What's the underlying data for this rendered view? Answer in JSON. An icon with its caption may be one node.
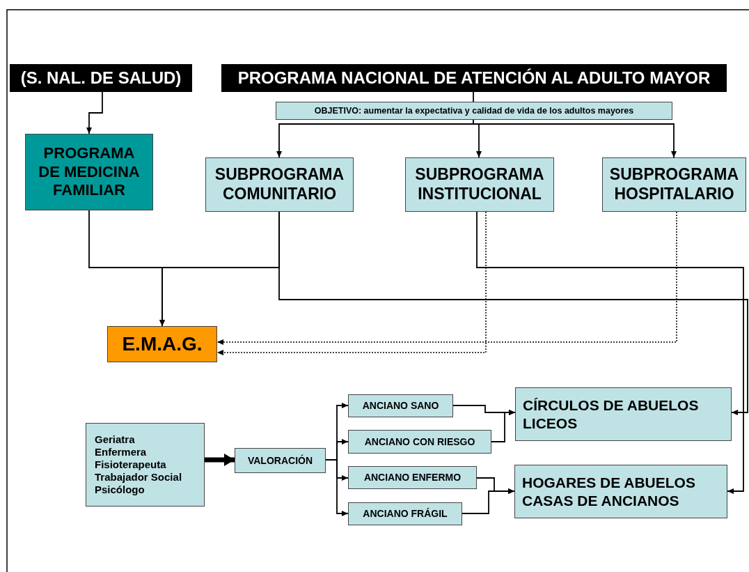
{
  "diagram": {
    "nodes": [
      {
        "text": [
          "(S. NAL. DE SALUD)"
        ]
      },
      {
        "text": [
          "PROGRAMA NACIONAL DE ATENCIÓN AL ADULTO MAYOR"
        ]
      },
      {
        "text": [
          "OBJETIVO: aumentar la expectativa y calidad de vida de los adultos mayores"
        ]
      },
      {
        "text": [
          "PROGRAMA DE MEDICINA FAMILIAR"
        ]
      },
      {
        "text": [
          "SUBPROGRAMA COMUNITARIO"
        ]
      },
      {
        "text": [
          "SUBPROGRAMA INSTITUCIONAL"
        ]
      },
      {
        "text": [
          "SUBPROGRAMA HOSPITALARIO"
        ]
      },
      {
        "text": [
          "E.M.A.G."
        ]
      },
      {
        "text": [
          "Geriatra",
          "Enfermera",
          "Fisioterapeuta",
          "Trabajador Social",
          "Psicólogo"
        ]
      },
      {
        "text": [
          "VALORACIÓN"
        ]
      },
      {
        "text": [
          "ANCIANO SANO"
        ]
      },
      {
        "text": [
          "ANCIANO CON RIESGO"
        ]
      },
      {
        "text": [
          "ANCIANO ENFERMO"
        ]
      },
      {
        "text": [
          "ANCIANO FRÁGIL"
        ]
      },
      {
        "text": [
          "CÍRCULOS DE ABUELOS",
          "LICEOS"
        ]
      },
      {
        "text": [
          "HOGARES DE ABUELOS",
          "CASAS DE ANCIANOS"
        ]
      }
    ],
    "edges": [
      {
        "from": 0,
        "to": 3,
        "arrow": "to"
      },
      {
        "from": 1,
        "to": 2,
        "arrow": "none"
      },
      {
        "from": 2,
        "to": 4,
        "arrow": "to"
      },
      {
        "from": 2,
        "to": 5,
        "arrow": "to"
      },
      {
        "from": 2,
        "to": 6,
        "arrow": "to"
      },
      {
        "from": 3,
        "to": 7,
        "arrow": "to"
      },
      {
        "from": 4,
        "to": 7,
        "arrow": "to"
      },
      {
        "from": 4,
        "to": 14,
        "arrow": "to"
      },
      {
        "from": 5,
        "to": 15,
        "arrow": "to"
      },
      {
        "from": 5,
        "to": 7,
        "arrow": "to",
        "style": "dashed"
      },
      {
        "from": 6,
        "to": 7,
        "arrow": "to",
        "style": "dashed"
      },
      {
        "from": 8,
        "to": 9,
        "arrow": "to",
        "style": "thick"
      },
      {
        "from": 9,
        "to": 10,
        "arrow": "to"
      },
      {
        "from": 9,
        "to": 11,
        "arrow": "to"
      },
      {
        "from": 9,
        "to": 12,
        "arrow": "to"
      },
      {
        "from": 9,
        "to": 13,
        "arrow": "to"
      },
      {
        "from": 10,
        "to": 14,
        "arrow": "to"
      },
      {
        "from": 11,
        "to": 14,
        "arrow": "to"
      },
      {
        "from": 12,
        "to": 15,
        "arrow": "to"
      },
      {
        "from": 13,
        "to": 15,
        "arrow": "to"
      }
    ]
  }
}
